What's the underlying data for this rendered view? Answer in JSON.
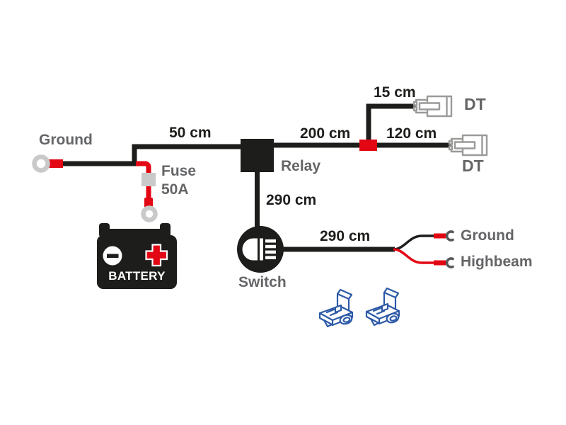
{
  "colors": {
    "background": "#ffffff",
    "wire_black": "#1d1d1b",
    "accent_red": "#e30613",
    "label_gray": "#646567",
    "terminal_gray": "#c9c9c9",
    "connector_gray": "#9a9a99",
    "connector_blue": "#2c59a7"
  },
  "components": {
    "ground_left": "Ground",
    "fuse_line1": "Fuse",
    "fuse_line2": "50A",
    "relay": "Relay",
    "switch": "Switch",
    "battery": "BATTERY",
    "dt_top": "DT",
    "dt_right": "DT",
    "lead_ground": "Ground",
    "lead_highbeam": "Highbeam"
  },
  "wire_lengths": {
    "ground_to_relay": "50 cm",
    "relay_to_splitter": "200 cm",
    "splitter_to_dt_top": "15 cm",
    "splitter_to_dt_right": "120 cm",
    "relay_to_switch": "290 cm",
    "switch_to_leads": "290 cm"
  }
}
